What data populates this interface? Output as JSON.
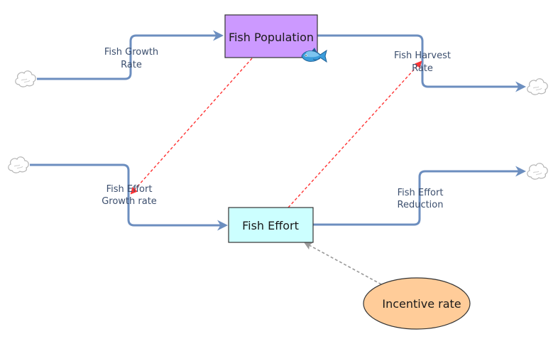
{
  "stocks": {
    "fish_population": {
      "label": "Fish Population",
      "fill": "#cc99ff"
    },
    "fish_effort": {
      "label": "Fish Effort",
      "fill": "#ccffff"
    }
  },
  "flows": {
    "fish_growth_rate": {
      "line1": "Fish Growth",
      "line2": "Rate"
    },
    "fish_harvest_rate": {
      "line1": "Fish Harvest",
      "line2": "Rate"
    },
    "fish_effort_growth_rate": {
      "line1": "Fish Effort",
      "line2": "Growth rate"
    },
    "fish_effort_reduction": {
      "line1": "Fish Effort",
      "line2": "Reduction"
    }
  },
  "auxiliaries": {
    "incentive_rate": {
      "label": "Incentive rate",
      "fill": "#ffcc99"
    }
  },
  "colors": {
    "flow_pipe": "#6c8ebf",
    "link_red": "#ff3333",
    "link_gray": "#999999",
    "cloud_stroke": "#b3b3b3",
    "fish_icon_blue": "#3b9ddb"
  },
  "icons": {
    "fish": "fish-icon",
    "cloud": "cloud-icon"
  }
}
